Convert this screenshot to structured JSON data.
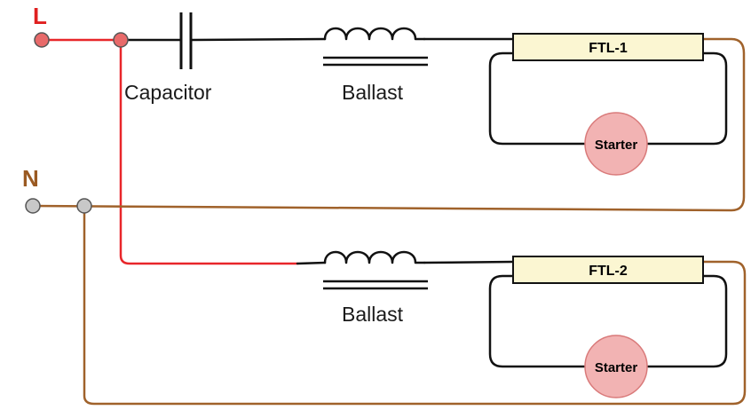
{
  "terminals": {
    "line": {
      "label": "L"
    },
    "neutral": {
      "label": "N"
    }
  },
  "components": {
    "capacitor": {
      "label": "Capacitor"
    },
    "ballast_1": {
      "label": "Ballast"
    },
    "ballast_2": {
      "label": "Ballast"
    },
    "tube_1": {
      "label": "FTL-1"
    },
    "tube_2": {
      "label": "FTL-2"
    },
    "starter_1": {
      "label": "Starter"
    },
    "starter_2": {
      "label": "Starter"
    }
  },
  "colors": {
    "line_wire": "#e8262a",
    "neutral_wire": "#a0622b",
    "black_wire": "#111111",
    "line_label": "#e02020",
    "neutral_label": "#9a5a22",
    "line_node": "#e86a6a",
    "neutral_node": "#c8c8c8",
    "tube_fill": "#fbf6d2",
    "starter_fill": "#f2b3b3",
    "starter_stroke": "#d97a7a"
  }
}
